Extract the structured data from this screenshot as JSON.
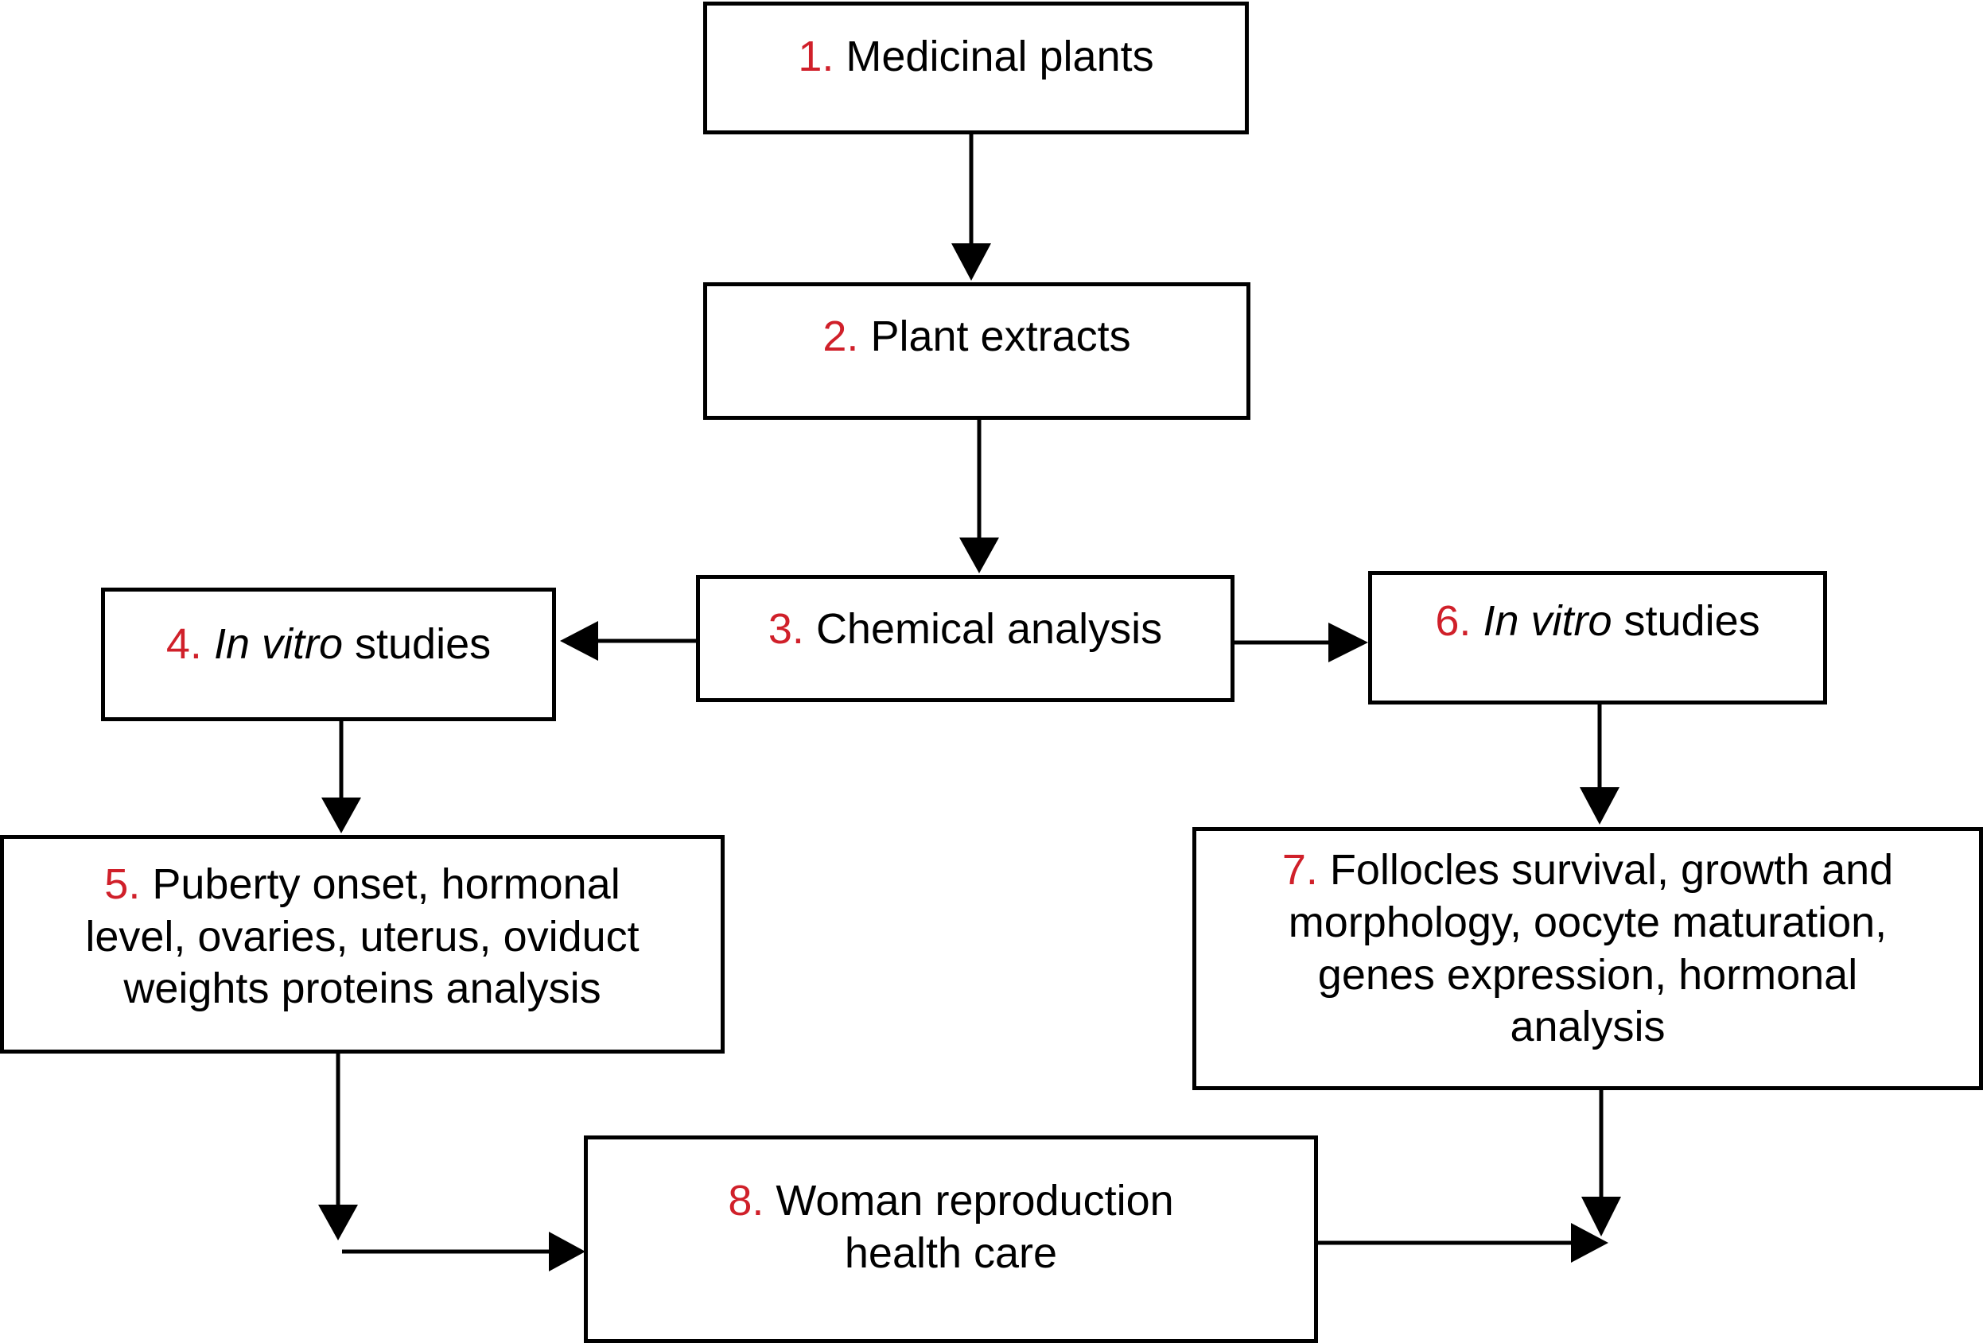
{
  "colors": {
    "number": "#d0202a",
    "border": "#000000",
    "text": "#000000",
    "background": "#ffffff"
  },
  "nodes": {
    "medicinal_plants": {
      "num": "1.",
      "text": "Medicinal plants"
    },
    "plant_extracts": {
      "num": "2.",
      "text": "Plant extracts"
    },
    "chemical_analysis": {
      "num": "3.",
      "text": "Chemical analysis"
    },
    "in_vitro_left": {
      "num": "4.",
      "italic": "In vitro",
      "text": "studies"
    },
    "puberty_onset": {
      "num": "5.",
      "line1": "Puberty onset, hormonal",
      "line2": "level, ovaries, uterus, oviduct",
      "line3": "weights proteins analysis"
    },
    "in_vitro_right": {
      "num": "6.",
      "italic": "In vitro",
      "text": "studies"
    },
    "follicles": {
      "num": "7.",
      "line1": "Follocles survival, growth and",
      "line2": "morphology, oocyte maturation,",
      "line3": "genes expression, hormonal",
      "line4": "analysis"
    },
    "woman_health": {
      "num": "8.",
      "line1": "Woman reproduction",
      "line2": "health care"
    }
  }
}
